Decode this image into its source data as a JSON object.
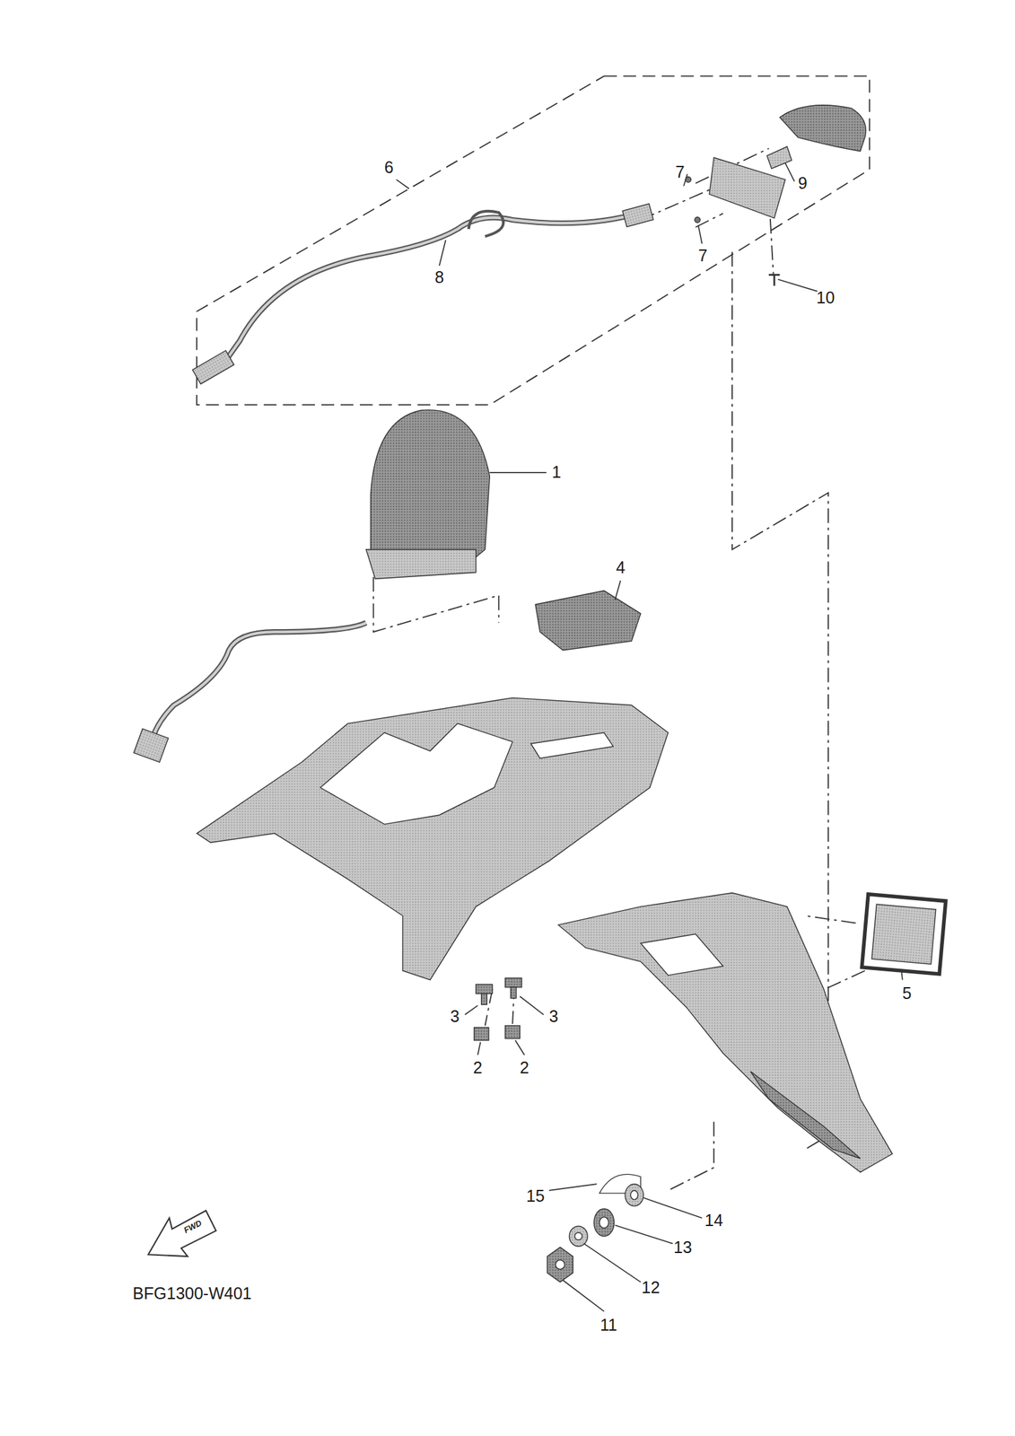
{
  "diagram": {
    "labels": [
      "6",
      "7",
      "9",
      "7",
      "8",
      "10",
      "1",
      "4",
      "3",
      "3",
      "2",
      "2",
      "5",
      "15",
      "14",
      "13",
      "12",
      "11",
      "FWD",
      "BFG1300-W401"
    ]
  }
}
